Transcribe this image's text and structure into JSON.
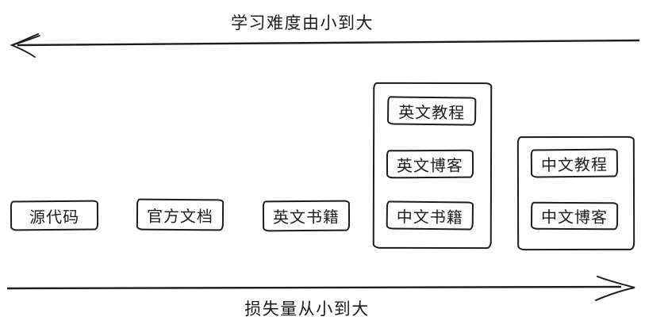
{
  "diagram": {
    "background": "#ffffff",
    "stroke_color": "#1d1d1d",
    "top_axis": {
      "label": "学习难度由小到大",
      "direction": "left"
    },
    "bottom_axis": {
      "label": "损失量从小到大",
      "direction": "right"
    },
    "standalone_boxes": [
      {
        "label": "源代码"
      },
      {
        "label": "官方文档"
      },
      {
        "label": "英文书籍"
      }
    ],
    "groups": [
      {
        "items": [
          {
            "label": "英文教程"
          },
          {
            "label": "英文博客"
          },
          {
            "label": "中文书籍"
          }
        ]
      },
      {
        "items": [
          {
            "label": "中文教程"
          },
          {
            "label": "中文博客"
          }
        ]
      }
    ]
  }
}
